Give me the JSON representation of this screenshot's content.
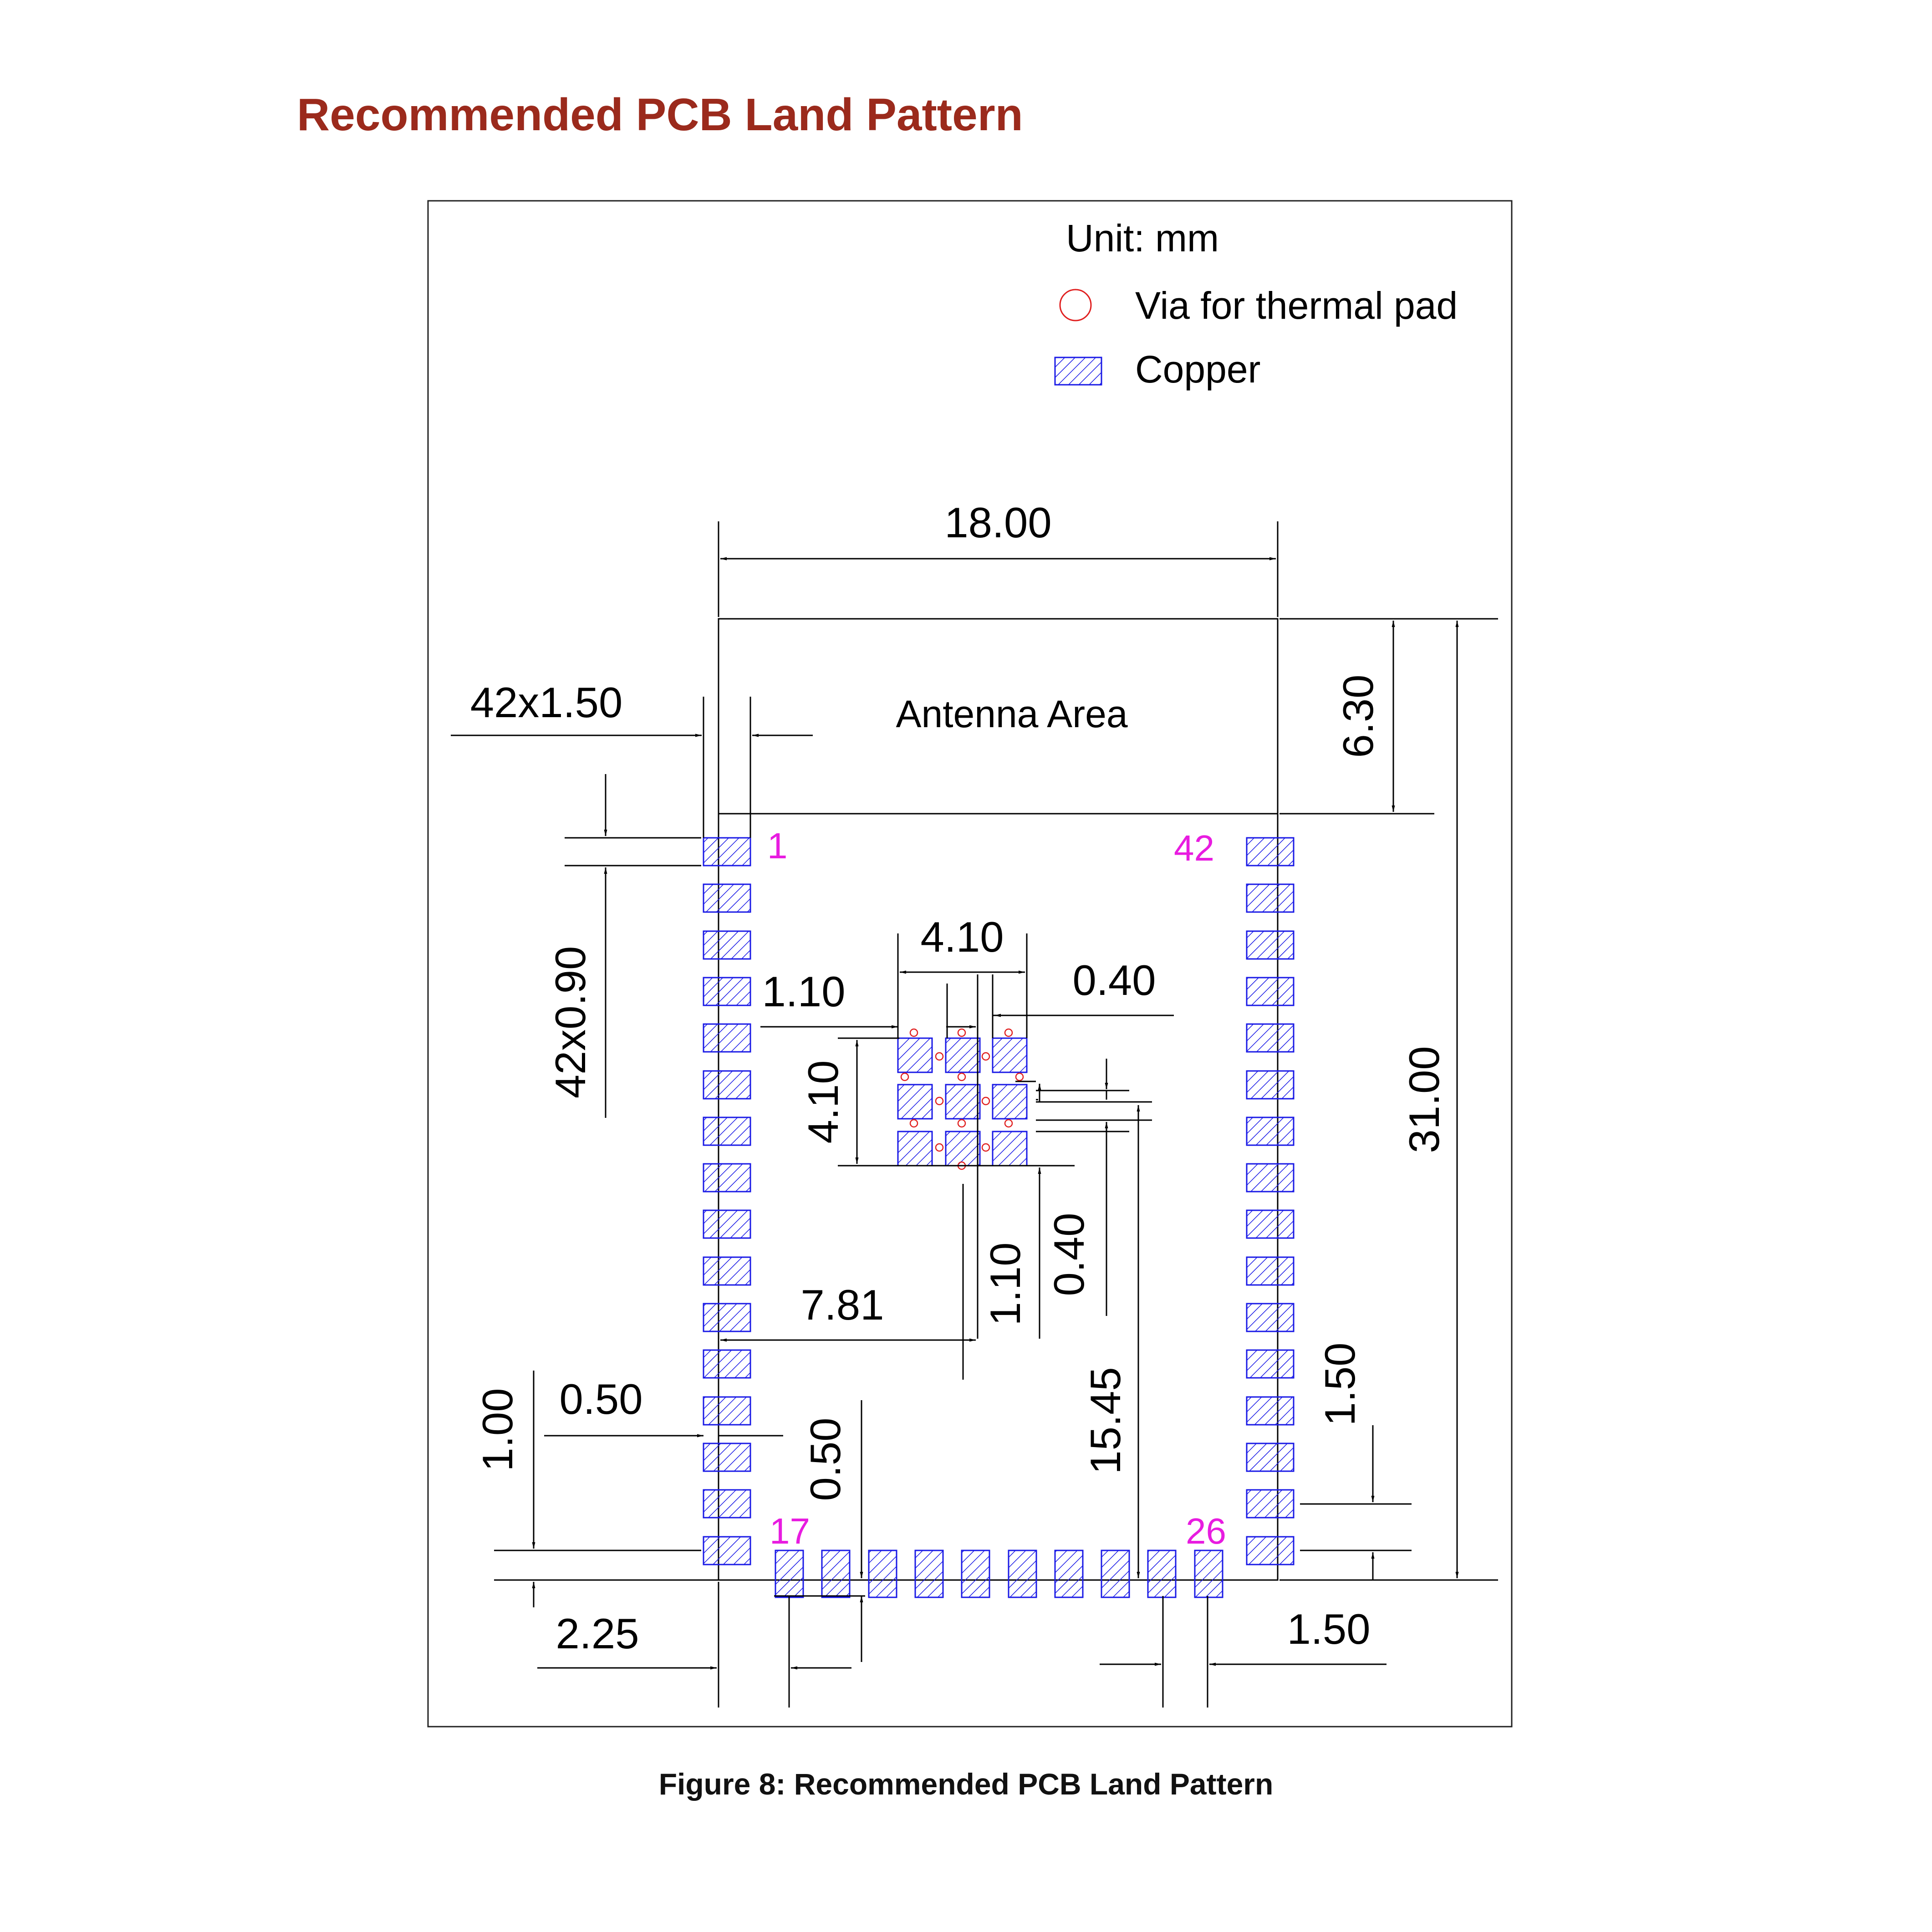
{
  "heading": "Recommended PCB Land Pattern",
  "legend": {
    "unit": "Unit: mm",
    "via_label": "Via for thermal pad",
    "copper_label": "Copper"
  },
  "antenna_label": "Antenna Area",
  "pins": {
    "first": "1",
    "last": "42",
    "bottom_first": "17",
    "bottom_last": "26"
  },
  "dims": {
    "width": "18.00",
    "pad_length": "42x1.50",
    "antenna_height": "6.30",
    "pad_width": "42x0.90",
    "total_height": "31.00",
    "thermal_size_h": "4.10",
    "thermal_size_v": "4.10",
    "thermal_pad_h": "1.10",
    "thermal_gap_h": "0.40",
    "thermal_pad_v": "1.10",
    "thermal_gap_v": "0.40",
    "center_offset_x": "7.81",
    "center_offset_y": "15.45",
    "edge_offset": "0.50",
    "corner_pitch": "1.00",
    "bottom_offset": "0.50",
    "bottom_first_pad": "2.25",
    "side_last_pitch": "1.50",
    "bottom_last_pitch": "1.50"
  },
  "colors": {
    "copper": "#1a1ae6",
    "via": "#e02020",
    "pin_label": "#e81ce0",
    "heading": "#9b2a1c"
  },
  "caption": "Figure 8: Recommended PCB Land Pattern"
}
